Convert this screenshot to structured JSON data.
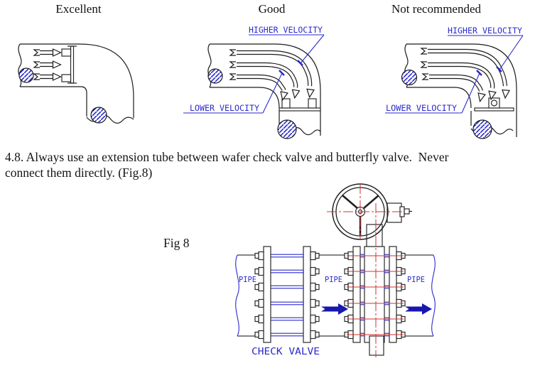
{
  "colors": {
    "cad_blue": "#2b2bcc",
    "flow_arrow_blue": "#1818ae",
    "centerline_red": "#d63030",
    "line_black": "#1c1c1c"
  },
  "top_figures": {
    "excellent": {
      "title": "Excellent"
    },
    "good": {
      "title": "Good",
      "higher": "HIGHER VELOCITY",
      "lower": "LOWER VELOCITY"
    },
    "not_recommended": {
      "title": "Not recommended",
      "higher": "HIGHER VELOCITY",
      "lower": "LOWER VELOCITY"
    }
  },
  "section": {
    "text": "4.8. Always use an extension tube between wafer check valve and butterfly valve.  Never\nconnect them directly. (Fig.8)"
  },
  "fig8": {
    "caption": "Fig 8",
    "labels": {
      "pipe_left": "PIPE",
      "pipe_mid": "PIPE",
      "pipe_right": "PIPE",
      "check_valve": "CHECK VALVE"
    }
  }
}
